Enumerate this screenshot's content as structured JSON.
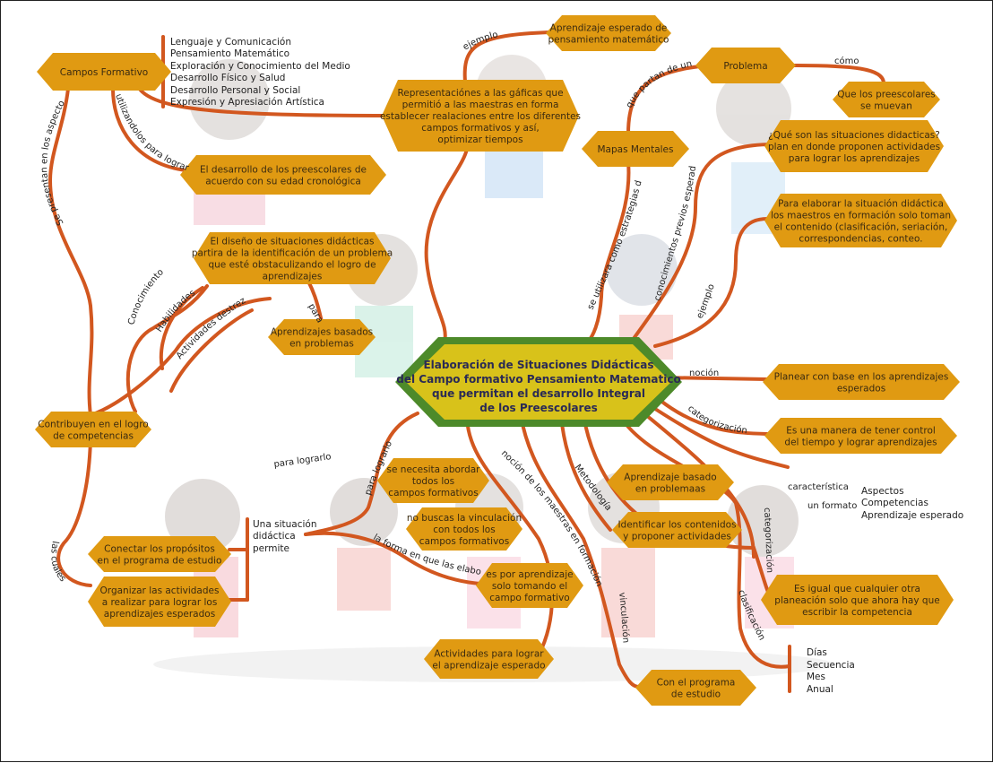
{
  "central": {
    "lines": [
      "Elaboración de Situaciones Didácticas",
      "del Campo formativo Pensamiento Matematico",
      "que permitan el desarrollo Integral",
      "de los Preescolares"
    ]
  },
  "nodes": {
    "campos": [
      "Campos Formativo"
    ],
    "desarrollo": [
      "El desarrollo de los preescolares de",
      "acuerdo con su edad cronológica"
    ],
    "representaciones": [
      "Representaciónes a las gáficas que",
      "permitió a las maestras en forma",
      "establecer realaciones entre los diferentes",
      "campos formativos y así,",
      "optimizar tiempos"
    ],
    "aprendizaje_pm": [
      "Aprendizaje esperado de",
      "pensamiento matemático"
    ],
    "problema": [
      "Problema"
    ],
    "preescolares_muevan": [
      "Que los preescolares",
      "se muevan"
    ],
    "mapas": [
      "Mapas Mentales"
    ],
    "que_son": [
      "¿Qué son las situaciones didacticas?",
      "plan en donde proponen actividades",
      "para lograr los aprendizajes"
    ],
    "para_elaborar": [
      "Para elaborar la situación didáctica",
      "los maestros en formación solo toman",
      "el contenido (clasificación, seriación,",
      "correspondencias, conteo."
    ],
    "diseno": [
      "El diseño de situaciones didácticas",
      "partira de la identificación de un problema",
      "que esté obstaculizando el logro de",
      "aprendizajes"
    ],
    "abp_left": [
      "Aprendizajes basados",
      "en problemas"
    ],
    "planear": [
      "Planear con base en los aprendizajes",
      "esperados"
    ],
    "manera": [
      "Es una manera de tener control",
      "del tiempo y lograr aprendizajes"
    ],
    "contribuyen": [
      "Contribuyen en el logro",
      "de competencias"
    ],
    "abordar": [
      "se necesita abordar",
      "todos los",
      "campos formativos"
    ],
    "no_buscas": [
      "no buscas la vinculación",
      "con todos los",
      "campos formativos"
    ],
    "por_aprendizaje": [
      "es por aprendizaje",
      "solo tomando el",
      "campo formativo"
    ],
    "abp_right": [
      "Aprendizaje basado",
      "en problemaas"
    ],
    "identificar": [
      "Identificar los contenidos",
      "y proponer actividades"
    ],
    "conectar": [
      "Conectar los propósitos",
      "en el programa de estudio"
    ],
    "organizar": [
      "Organizar las actividades",
      "a realizar para lograr los",
      "aprendizajes esperados"
    ],
    "actividades": [
      "Actividades para lograr",
      "el aprendizaje esperado"
    ],
    "con_programa": [
      "Con el programa",
      "de estudio"
    ],
    "es_igual": [
      "Es igual que cualquier otra",
      "planeación solo que ahora hay que",
      "escribir la competencia"
    ]
  },
  "lists": {
    "campos_formativos": [
      "Lenguaje y Comunicación",
      "Pensamiento Matemático",
      "Exploración y Conocimiento del Medio",
      "Desarrollo Físico y Salud",
      "Desarrollo Personal y Social",
      "Expresión y Apresiación Artística"
    ],
    "formato": [
      "Aspectos",
      "Competencias",
      "Aprendizaje esperado"
    ],
    "clasificacion": [
      "Días",
      "Secuencia",
      "Mes",
      "Anual"
    ],
    "situacion": [
      "Una situación",
      "didáctica",
      "permite"
    ]
  },
  "labels": {
    "se_presentan": "Se presentan en los aspectos de los",
    "utilizandolos": "utilizandolos para lograr",
    "ejemplo_top": "ejemplo",
    "que_partan": "que partan de un",
    "como": "cómo",
    "se_utilizara": "se utilizara como estrategias didácticas",
    "conocimientos": "conocimientos previos esperados",
    "ejemplo_right": "ejemplo",
    "conocimiento": "Conocimiento",
    "habilidades": "Habilidades",
    "actividades_destrezas": "Actividades destrezas",
    "para": "para",
    "nocion": "noción",
    "categorizacion_1": "categorización",
    "caracteristica": "característica",
    "un_formato": "un formato",
    "para_lograrlo_1": "para lograrlo",
    "para_lograrlo_2": "para lograrlo",
    "la_forma": "la forma en que las elaboran",
    "nocion_maestras": "noción de los maestras en formación",
    "metodologia": "Metodología",
    "vinculacion": "vinculación",
    "categorizacion_2": "categorización",
    "clasificacion": "clasificación",
    "las_cuales": "las cuales"
  },
  "colors": {
    "node_fill": "#e09a12",
    "connector": "#d2571f",
    "hub_border": "#4d8a2a",
    "hub_fill": "#d8c21a",
    "hub_text": "#2a2a55"
  }
}
